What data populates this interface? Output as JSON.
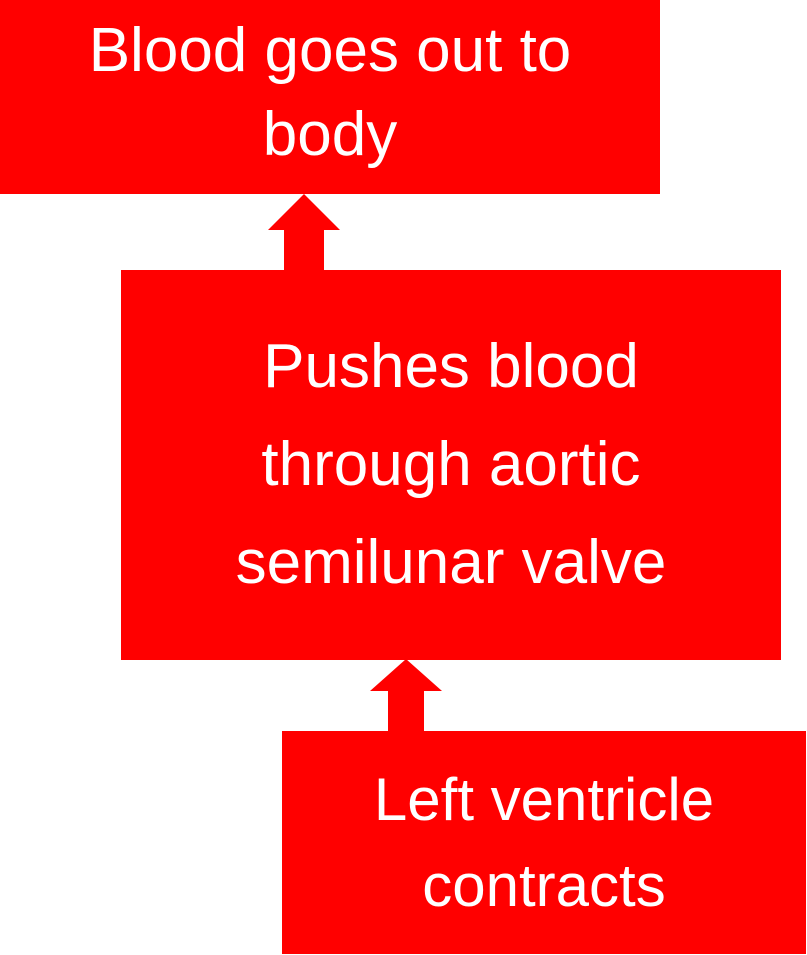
{
  "colors": {
    "box_fill": "#ff0000",
    "arrow_fill": "#ff0000",
    "text": "#ffffff",
    "background": "#ffffff"
  },
  "flow": {
    "top_box": {
      "lines": [
        "Blood goes out to",
        "body"
      ]
    },
    "middle_box": {
      "lines": [
        "Pushes blood",
        "through aortic",
        "semilunar valve"
      ]
    },
    "bottom_box": {
      "lines": [
        "Left ventricle",
        "contracts"
      ]
    },
    "arrows": [
      {
        "name": "upper",
        "direction": "up"
      },
      {
        "name": "lower",
        "direction": "up"
      }
    ]
  }
}
